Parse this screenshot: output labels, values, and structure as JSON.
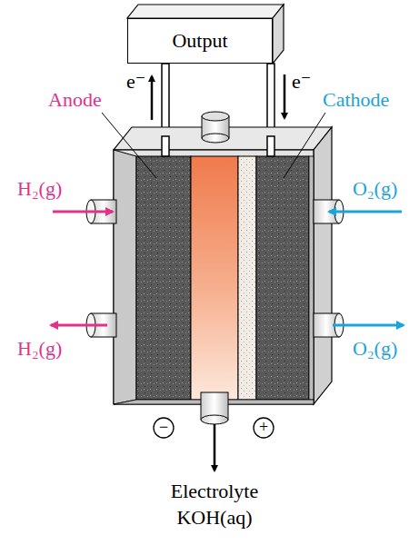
{
  "diagram": {
    "nodes": [
      {
        "text": [
          "Output"
        ]
      }
    ],
    "labels": [
      "e⁻",
      "e⁻",
      "Anode",
      "Cathode",
      "H₂(g)",
      "H₂(g)",
      "O₂(g)",
      "O₂(g)",
      "−",
      "+",
      "Electrolyte KOH(aq)"
    ]
  }
}
